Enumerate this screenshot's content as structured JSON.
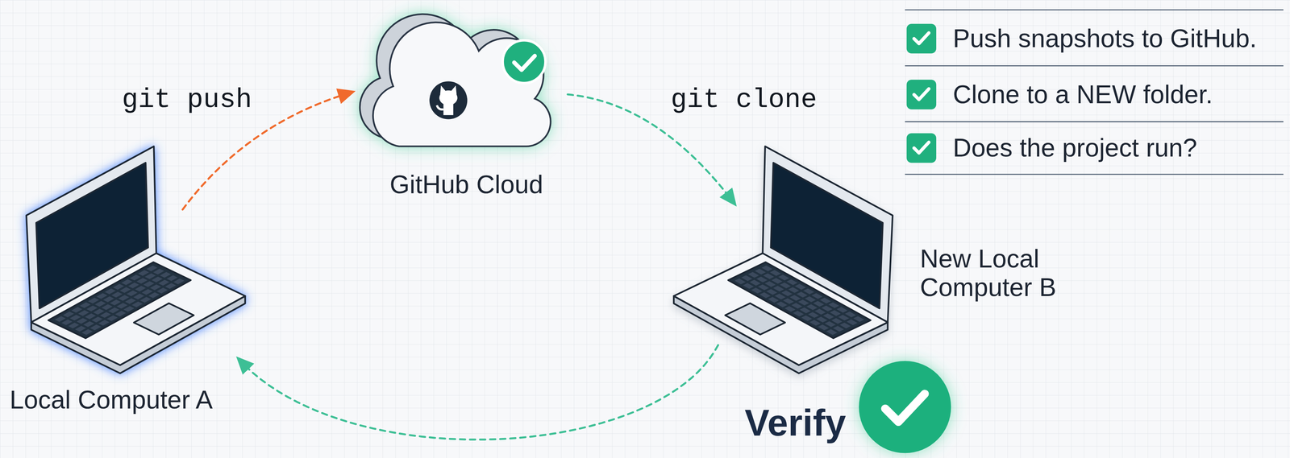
{
  "diagram": {
    "nodes": [
      {
        "text": [
          "Local Computer A"
        ]
      },
      {
        "text": [
          "GitHub Cloud"
        ]
      },
      {
        "text": [
          "New Local Computer B"
        ]
      }
    ],
    "edges": [
      {
        "from": 0,
        "to": 1,
        "arrow": "to",
        "label": "git push"
      },
      {
        "from": 1,
        "to": 2,
        "arrow": "to",
        "label": "git clone"
      },
      {
        "from": 2,
        "to": 0,
        "arrow": "to",
        "label": "Verify"
      }
    ],
    "labels": [
      "Push snapshots to GitHub.",
      "Clone to a NEW folder.",
      "Does the project run?"
    ]
  }
}
